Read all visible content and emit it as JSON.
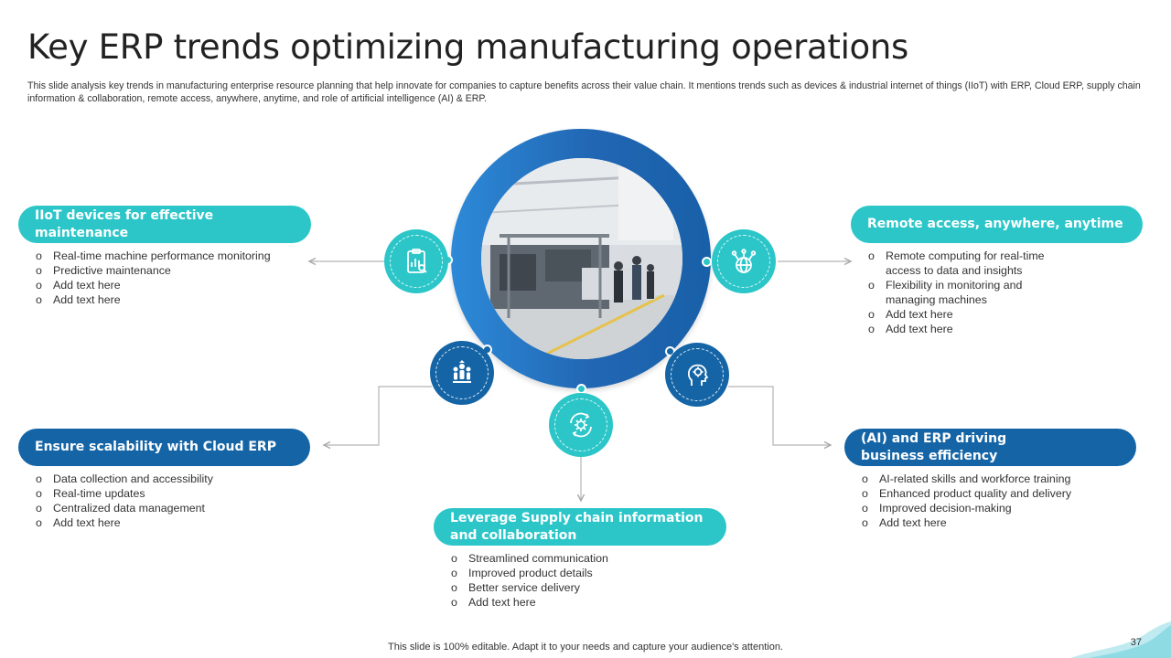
{
  "title": "Key ERP trends optimizing manufacturing operations",
  "subtitle": "This slide analysis key trends in manufacturing enterprise resource planning that help innovate for companies to capture benefits across their value chain. It mentions trends such as devices & industrial internet of things (IIoT) with ERP, Cloud ERP, supply chain information & collaboration, remote access, anywhere, anytime, and role of artificial intelligence (AI) & ERP.",
  "colors": {
    "teal": "#2cc6c9",
    "blue": "#1565a6",
    "ring": "#2166b3"
  },
  "trends": {
    "iiot": {
      "heading": "IIoT devices for effective maintenance",
      "icon": "clipboard-chart-icon",
      "items": [
        "Real-time machine performance  monitoring",
        "Predictive  maintenance",
        "Add text here",
        "Add text here"
      ]
    },
    "cloud": {
      "heading": "Ensure scalability with Cloud ERP",
      "icon": "team-growth-icon",
      "items": [
        "Data collection and accessibility",
        "Real-time updates",
        "Centralized data management",
        "Add text here"
      ]
    },
    "supply": {
      "heading_line1": "Leverage Supply chain information",
      "heading_line2": "and collaboration",
      "icon": "gear-cycle-icon",
      "items": [
        "Streamlined communication",
        "Improved  product details",
        "Better service delivery",
        "Add text here"
      ]
    },
    "remote": {
      "heading": "Remote access, anywhere, anytime",
      "icon": "globe-network-icon",
      "items": [
        "Remote computing for real-time",
        "access to data and insights",
        "Flexibility in monitoring and",
        "managing machines",
        "Add text here",
        "Add text here"
      ]
    },
    "ai": {
      "heading_line1": "(AI) and ERP driving",
      "heading_line2": "business efficiency",
      "icon": "ai-head-icon",
      "items": [
        "AI-related skills and workforce training",
        "Enhanced product quality and delivery",
        "Improved  decision-making",
        "Add text here"
      ]
    }
  },
  "center_image": "factory-photo",
  "footer": "This slide is 100% editable. Adapt it to your needs and capture your audience's attention.",
  "page_number": "37"
}
